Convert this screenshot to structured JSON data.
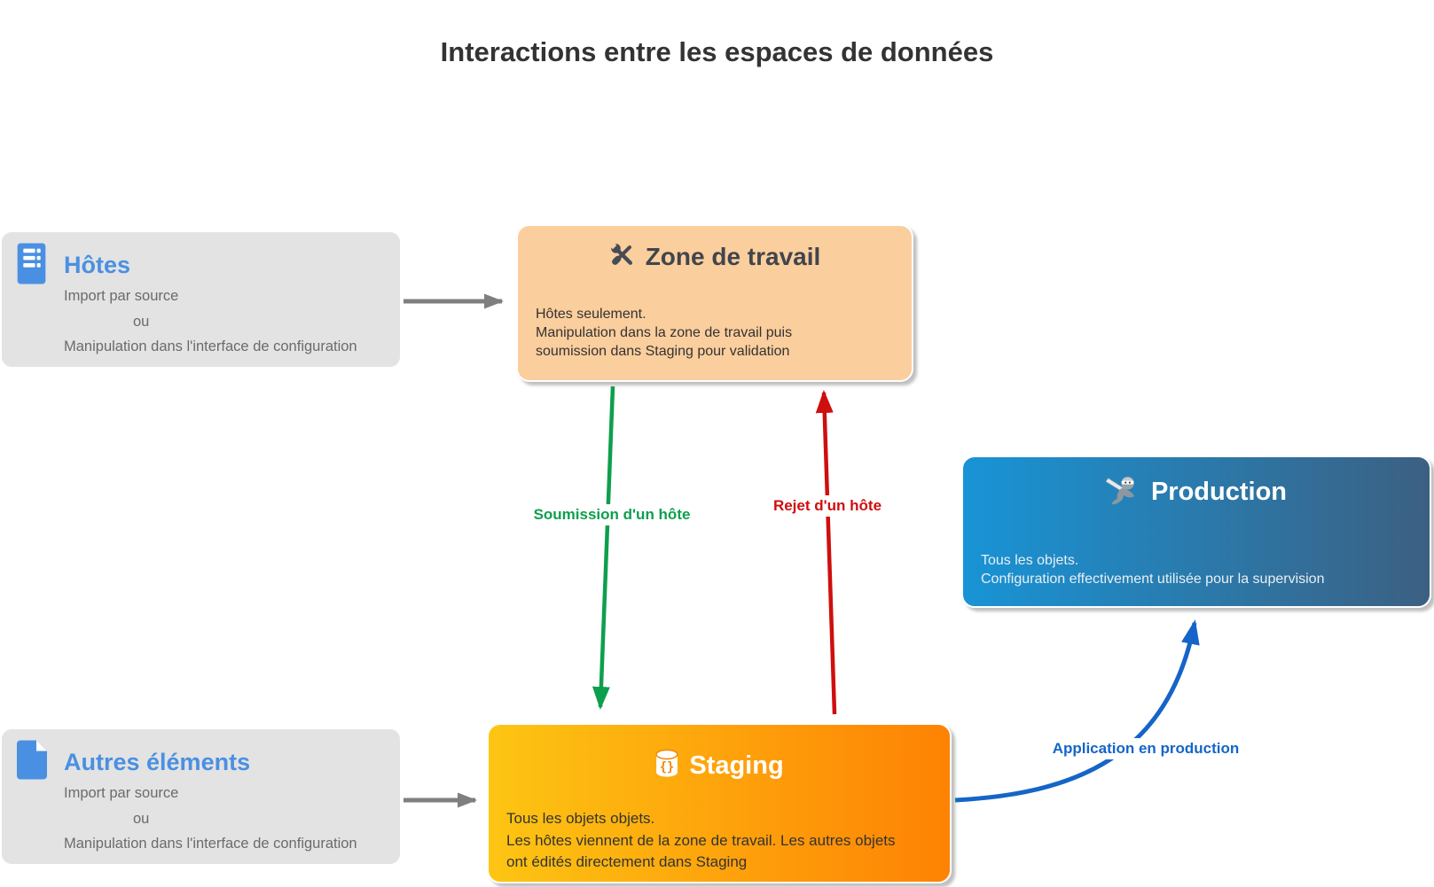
{
  "title": "Interactions entre les espaces de données",
  "boxes": {
    "hotes": {
      "title": "Hôtes",
      "icon": "server-icon",
      "lines": [
        "Import par source",
        "ou",
        "Manipulation dans l'interface de configuration"
      ]
    },
    "zone_de_travail": {
      "title": "Zone de travail",
      "icon": "tools-icon",
      "lines": [
        "Hôtes seulement.",
        "Manipulation dans la zone de travail puis",
        "soumission dans Staging pour validation"
      ]
    },
    "autres_elements": {
      "title": "Autres éléments",
      "icon": "document-icon",
      "lines": [
        "Import par source",
        "ou",
        "Manipulation dans l'interface de configuration"
      ]
    },
    "staging": {
      "title": "Staging",
      "icon": "database-icon",
      "lines": [
        "Tous les objets objets.",
        "Les hôtes viennent de la zone de travail. Les autres objets",
        "ont édités directement dans Staging"
      ]
    },
    "production": {
      "title": "Production",
      "icon": "ninja-icon",
      "lines": [
        "Tous les objets.",
        "Configuration effectivement utilisée pour la supervision"
      ]
    }
  },
  "arrows": {
    "soumission": {
      "label": "Soumission d'un hôte",
      "color": "#0d9f4d"
    },
    "rejet": {
      "label": "Rejet d'un hôte",
      "color": "#cf0e0e"
    },
    "application": {
      "label": "Application en production",
      "color": "#1565c8"
    },
    "import_hotes": {
      "color": "#7f7f7f"
    },
    "import_autres": {
      "color": "#7f7f7f"
    }
  },
  "colors": {
    "title_text": "#333333",
    "gray_box_bg": "#e3e3e3",
    "gray_box_text": "#6b6b6b",
    "blue_heading": "#4a90e2",
    "zone_box_bg": "#fbce9d",
    "staging_gradient": [
      "#fdc513",
      "#fe8204"
    ],
    "production_gradient": [
      "#1894d6",
      "#3c6082"
    ],
    "light_body_text": "#e9eff3"
  }
}
